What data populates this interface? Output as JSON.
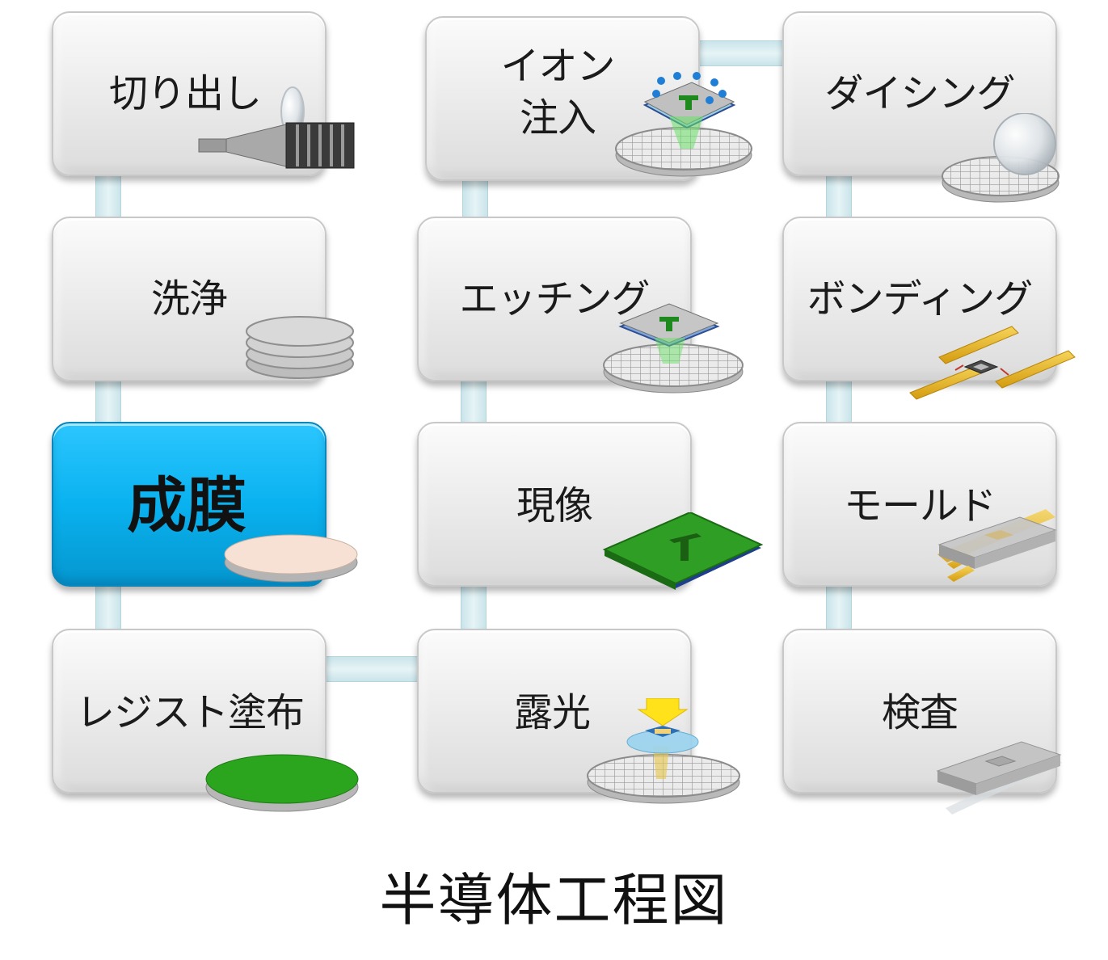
{
  "colors": {
    "active": "#0bb4f0",
    "box": "#e6e6e6",
    "connector": "#d4ecf0",
    "resist": "#2aa51d",
    "film": "#f6e1d4",
    "gold": "#e8b82a"
  },
  "steps": {
    "cutting": {
      "label": "切り出し",
      "icon": "cutting-tool-icon"
    },
    "cleaning": {
      "label": "洗浄",
      "icon": "wafer-stack-icon"
    },
    "film": {
      "label": "成膜",
      "icon": "coated-wafer-icon",
      "active": true
    },
    "resist": {
      "label": "レジスト塗布",
      "icon": "resist-wafer-icon"
    },
    "exposure": {
      "label": "露光",
      "icon": "exposure-wafer-icon"
    },
    "develop": {
      "label": "現像",
      "icon": "developed-chip-icon"
    },
    "etching": {
      "label": "エッチング",
      "icon": "etched-wafer-icon"
    },
    "ion": {
      "label": "イオン\n注入",
      "icon": "ion-implant-wafer-icon"
    },
    "dicing": {
      "label": "ダイシング",
      "icon": "dicing-wafer-icon"
    },
    "bonding": {
      "label": "ボンディング",
      "icon": "lead-frame-icon"
    },
    "mold": {
      "label": "モールド",
      "icon": "molded-package-icon"
    },
    "inspection": {
      "label": "検査",
      "icon": "inspected-package-icon"
    }
  },
  "title": "半導体工程図"
}
